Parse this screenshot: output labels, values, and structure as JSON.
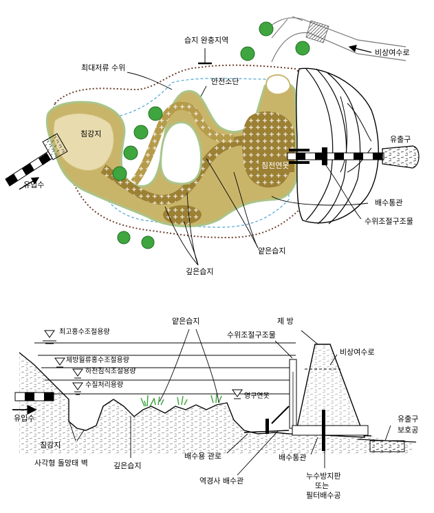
{
  "plan": {
    "labels": {
      "wetland_buffer": "습지 완충지역",
      "max_water_level": "최대저류 수위",
      "safety_berm": "안전소단",
      "emergency_spillway": "비상여수로",
      "outlet": "유출구",
      "sediment_basin": "침강지",
      "settling_pond": "침전연못",
      "drain_pipe": "배수통관",
      "level_control": "수위조절구조물",
      "shallow_wetland": "얕은습지",
      "deep_wetland": "깊은습지",
      "inflow": "유입수"
    }
  },
  "section": {
    "labels": {
      "shallow_wetland": "얕은습지",
      "level_control": "수위조절구조물",
      "dam": "제 방",
      "emergency_spillway": "비상여수로",
      "max_flood_storage": "최고홍수조절용량",
      "flow_control_storage": "제방월류홍수조절용량",
      "channel_erosion_storage": "하천침식조절용량",
      "water_quality_storage": "수질처리용량",
      "permanent_pond": "영구연못",
      "inflow": "유입수",
      "sediment_basin": "침강지",
      "gabion_wall": "사각형 돌망태 벽",
      "deep_wetland": "깊은습지",
      "drain_conduit": "배수용 관로",
      "reverse_drain": "역경사 배수관",
      "drain_pipe": "배수통관",
      "outlet_protection_1": "유출구",
      "outlet_protection_2": "보호공",
      "seepage_1": "누수방지판",
      "seepage_2": "또는",
      "seepage_3": "필터배수공"
    }
  },
  "colors": {
    "wetland_fill": "#c9b56a",
    "wetland_dark": "#9c8033",
    "sand_fill": "#e8dcae",
    "berm_edge": "#a8c58a",
    "bush_green": "#3fa63f",
    "dashed_blue": "#4aa3d8",
    "boundary_brown": "#6b3b2a"
  }
}
